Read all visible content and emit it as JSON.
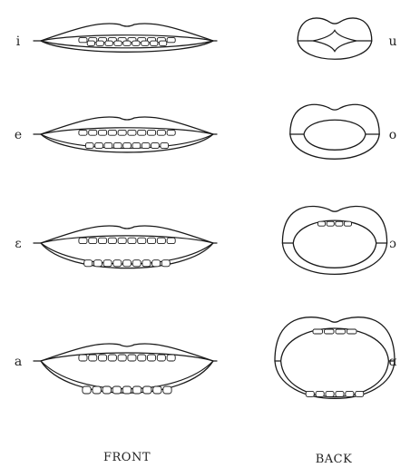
{
  "figure": {
    "columns": [
      {
        "id": "front",
        "caption": "FRONT"
      },
      {
        "id": "back",
        "caption": "BACK"
      }
    ],
    "rows": [
      {
        "front_vowel": "i",
        "back_vowel": "u",
        "openness": 0.1
      },
      {
        "front_vowel": "e",
        "back_vowel": "o",
        "openness": 0.4
      },
      {
        "front_vowel": "ɛ",
        "back_vowel": "ɔ",
        "openness": 0.7
      },
      {
        "front_vowel": "a",
        "back_vowel": "ɑ",
        "openness": 1.0
      }
    ]
  }
}
